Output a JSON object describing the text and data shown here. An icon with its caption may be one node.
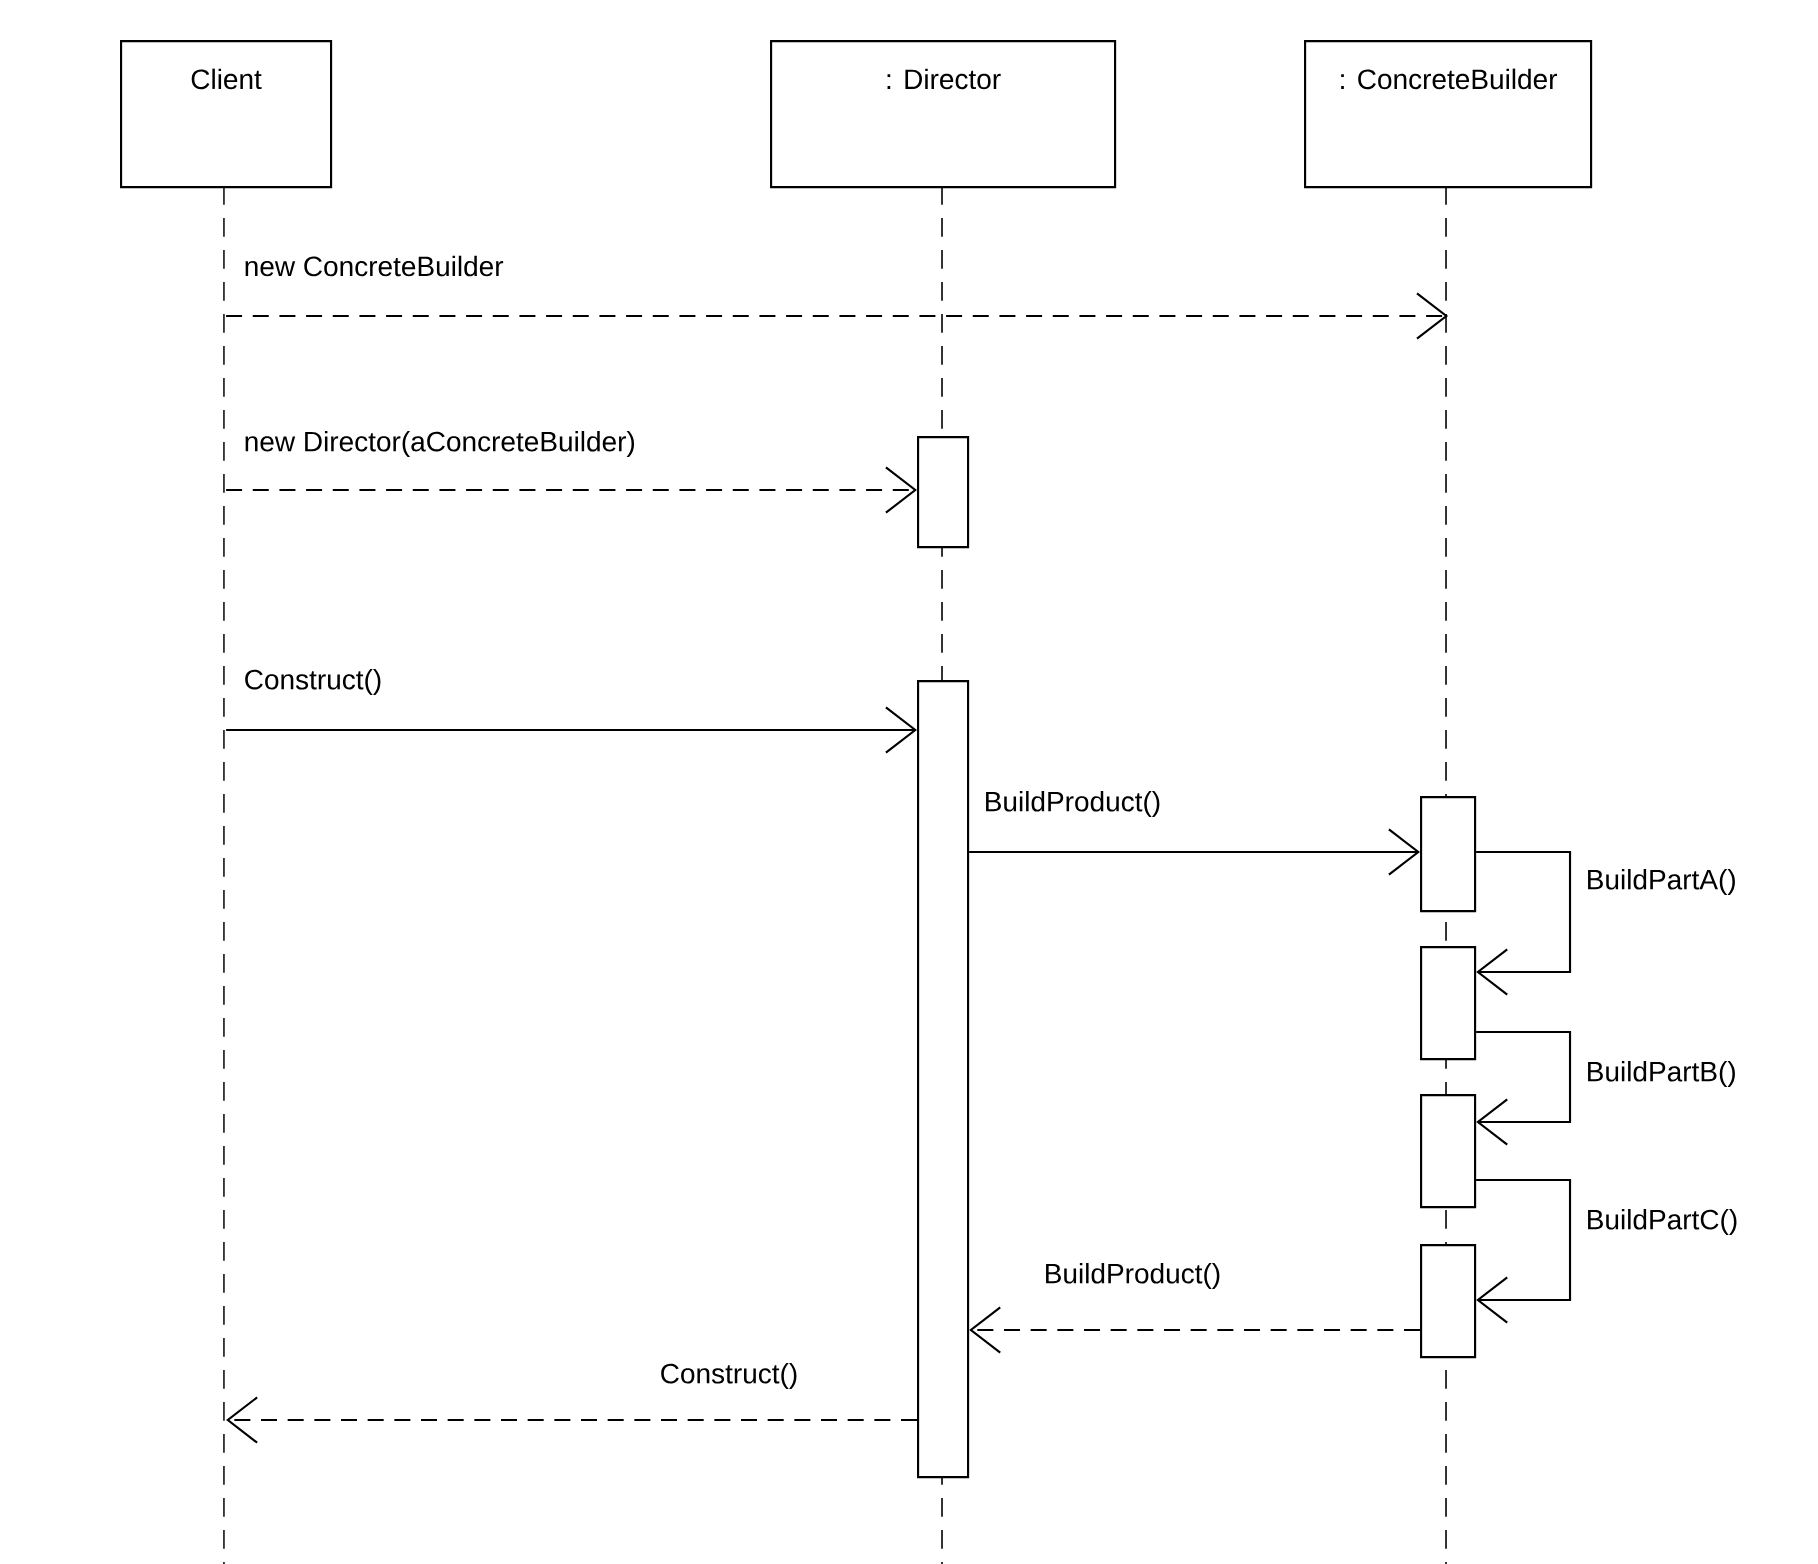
{
  "diagram": {
    "nodes": [
      {
        "text": [
          "Client"
        ]
      },
      {
        "text": [
          ": Director"
        ]
      },
      {
        "text": [
          ": ConcreteBuilder"
        ]
      },
      {
        "text": [],
        "shape": "bar",
        "in": 1
      },
      {
        "text": [],
        "shape": "bar",
        "in": 1
      },
      {
        "text": [],
        "shape": "bar",
        "in": 2
      },
      {
        "text": [],
        "shape": "bar",
        "in": 2
      },
      {
        "text": [],
        "shape": "bar",
        "in": 2
      },
      {
        "text": [],
        "shape": "bar",
        "in": 2
      }
    ],
    "edges": [
      {
        "from": 0,
        "to": 2,
        "arrow": "to",
        "label": "new ConcreteBuilder",
        "style": "dashed"
      },
      {
        "from": 0,
        "to": 3,
        "arrow": "to",
        "label": "new Director(aConcreteBuilder)",
        "style": "dashed"
      },
      {
        "from": 0,
        "to": 4,
        "arrow": "to",
        "label": "Construct()"
      },
      {
        "from": 4,
        "to": 5,
        "arrow": "to",
        "label": "BuildProduct()"
      },
      {
        "from": 5,
        "to": 6,
        "arrow": "to",
        "label": "BuildPartA()"
      },
      {
        "from": 6,
        "to": 7,
        "arrow": "to",
        "label": "BuildPartB()"
      },
      {
        "from": 7,
        "to": 8,
        "arrow": "to",
        "label": "BuildPartC()"
      },
      {
        "from": 8,
        "to": 4,
        "arrow": "to",
        "label": "BuildProduct()",
        "style": "dashed"
      },
      {
        "from": 4,
        "to": 0,
        "arrow": "to",
        "label": "Construct()",
        "style": "dashed"
      }
    ]
  }
}
